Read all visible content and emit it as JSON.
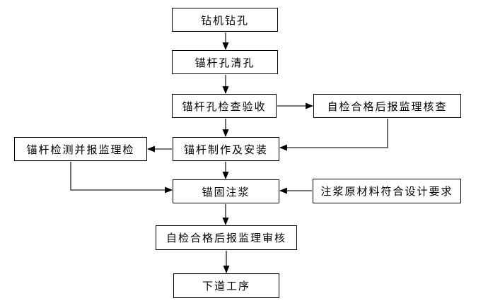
{
  "diagram": {
    "nodes": {
      "drill": {
        "label": "钻机钻孔"
      },
      "clean": {
        "label": "锚杆孔清孔"
      },
      "inspect": {
        "label": "锚杆孔检查验收"
      },
      "report_check": {
        "label": "自检合格后报监理核查"
      },
      "fabricate": {
        "label": "锚杆制作及安装"
      },
      "test_report": {
        "label": "锚杆检测并报监理检"
      },
      "grout": {
        "label": "锚固注浆"
      },
      "materials": {
        "label": "注浆原材料符合设计要求"
      },
      "report_review": {
        "label": "自检合格后报监理审核"
      },
      "next_step": {
        "label": "下道工序"
      }
    },
    "colors": {
      "background": "#ffffff",
      "box_border": "#000000",
      "box_fill": "#ffffff",
      "text": "#000000",
      "connector_line": "#4a4a4a",
      "arrowhead": "#000000"
    }
  }
}
